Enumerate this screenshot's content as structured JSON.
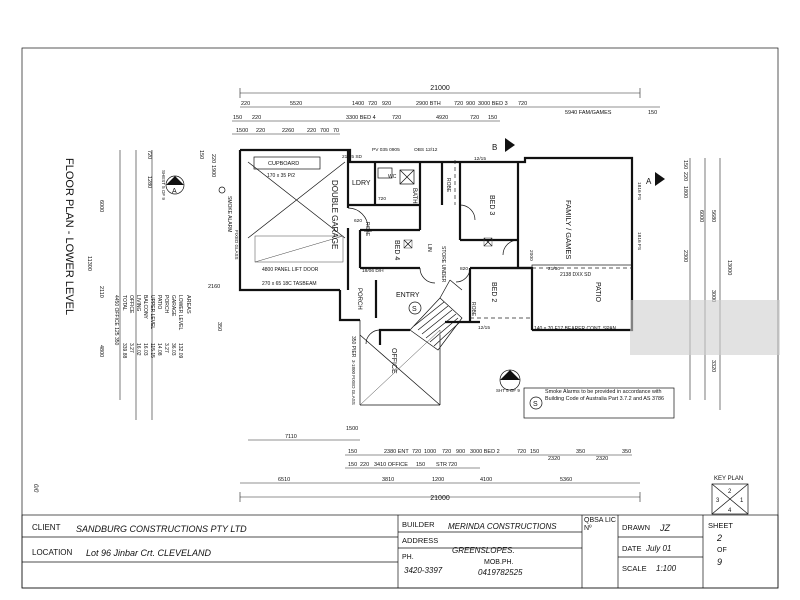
{
  "drawing": {
    "title": "FLOOR PLAN - LOWER LEVEL",
    "overall_top": "21000",
    "overall_bottom": "21000",
    "smoke_note": "Smoke Alarms to be provided in accordance with Building Code of Australia Part 3.7.2 and AS 3786",
    "section_a": "A",
    "section_b": "B",
    "sheet_ref": "SHT 5 OF 9",
    "sheet_ref_left": "SHEST 5 OF 9",
    "key_plan": "KEY PLAN",
    "bottom_mark": "0/0"
  },
  "rooms": {
    "garage": "DOUBLE GARAGE",
    "laundry": "LDRY",
    "bath": "BATH",
    "bed3": "BED 3",
    "bed4": "BED 4",
    "bed2": "BED 2",
    "family": "FAMILY / GAMES",
    "patio": "PATIO",
    "entry": "ENTRY",
    "office": "OFFICE",
    "porch": "PORCH",
    "robe": "ROBE",
    "linen": "LIN",
    "store": "STORE UNDER",
    "wc": "WC"
  },
  "labels": {
    "cupboard": "CUPBOARD",
    "cupboard_size": "170 x 35 P/2",
    "smoke_alarm": "SMOKE ALARM",
    "panel_door": "4800 PANEL LIFT DOOR",
    "tasbeam": "270 x 65 18C TASBEAM",
    "fixed_glass": "FIXED GLASS",
    "fixed_glass_rh": "3-1800 FIXED GLASS",
    "beam_patio": "140 x 70 F17 BEARER CONT. SPAN",
    "slider": "2138 DXX SD",
    "pier": "350 PIER",
    "pv": "PV 035 0905",
    "obs": "OBS 12/12",
    "d_12_15a": "12/15",
    "d_12_15b": "12/15",
    "d_21_15": "21/15 SD",
    "d_1816": "1816 FS",
    "d_2110": "21/10",
    "dh": "18/06 D/H",
    "d_820": "820",
    "d_720": "720",
    "d_620": "620",
    "d_2000": "2000"
  },
  "dims_top": {
    "row1": [
      "220",
      "5520",
      "1400",
      "720",
      "920",
      "2900 BTH",
      "720",
      "900",
      "3000 BED 3",
      "720",
      "5940 FAM/GAMES",
      "150"
    ],
    "row2": [
      "150",
      "220",
      "3300 BED 4",
      "720",
      "4920",
      "720",
      "150"
    ],
    "row3": [
      "1500",
      "220",
      "2260",
      "220",
      "700",
      "70"
    ]
  },
  "dims_bottom": {
    "row1": [
      "7110",
      "1500"
    ],
    "row2": [
      "150",
      "2380 ENT",
      "720",
      "1000",
      "720",
      "900",
      "3000 BED 2",
      "720",
      "150",
      "2320",
      "350",
      "2320",
      "350"
    ],
    "row3": [
      "150",
      "220",
      "3410 OFFICE",
      "150",
      "STR",
      "720"
    ],
    "row4": [
      "6510",
      "3810",
      "1200",
      "4100",
      "5360"
    ]
  },
  "dims_left": [
    "150",
    "1900",
    "220",
    "1280",
    "720",
    "6000",
    "11300",
    "2110",
    "4800",
    "2160",
    "350"
  ],
  "dims_right": [
    "5680",
    "6000",
    "13000",
    "3000",
    "3320",
    "150",
    "1800",
    "2300",
    "220"
  ],
  "areas_table": {
    "header": "AREAS",
    "rows": [
      {
        "name": "LOWER LEVEL",
        "value": "132.09"
      },
      {
        "name": "GARAGE",
        "value": "36.03"
      },
      {
        "name": "PORCH",
        "value": "3.27"
      },
      {
        "name": "PATIO",
        "value": "14.08"
      },
      {
        "name": "UPPER LEVEL",
        "value": "115.15"
      },
      {
        "name": "BALCONY",
        "value": "16.03"
      },
      {
        "name": "LIVING",
        "value": "16.02"
      },
      {
        "name": "OFFICE",
        "value": "3.27"
      },
      {
        "name": "TOTAL",
        "value": "339.88"
      }
    ],
    "footnote": "4450 OFFICE 125 350"
  },
  "title_block": {
    "client_label": "CLIENT",
    "client_value": "SANDBURG CONSTRUCTIONS PTY LTD",
    "location_label": "LOCATION",
    "location_value": "Lot 96 Jinbar Crt. CLEVELAND",
    "builder_label": "BUILDER",
    "builder_value": "MERINDA CONSTRUCTIONS",
    "address_label": "ADDRESS",
    "address_value": "GREENSLOPES.",
    "ph_label": "PH.",
    "ph_value": "3420-3397",
    "mob_label": "MOB.PH.",
    "mob_value": "0419782525",
    "qbsa_label": "QBSA LIC Nº",
    "drawn_label": "DRAWN",
    "drawn_value": "JZ",
    "date_label": "DATE",
    "date_value": "July 01",
    "scale_label": "SCALE",
    "scale_value": "1:100",
    "sheet_label": "SHEET",
    "sheet_value": "2",
    "sheet_of_label": "OF",
    "sheet_total": "9"
  },
  "key_plan_numbers": [
    "1",
    "2",
    "3",
    "4"
  ]
}
